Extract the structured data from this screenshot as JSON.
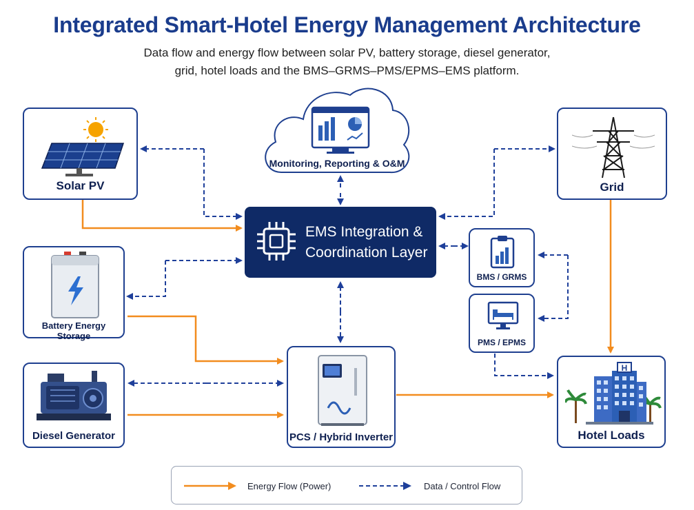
{
  "header": {
    "title": "Integrated Smart-Hotel Energy Management Architecture",
    "subtitle_line1": "Data flow and energy flow between solar PV, battery storage, diesel generator,",
    "subtitle_line2": "grid, hotel loads and the BMS–GRMS–PMS/EPMS–EMS platform."
  },
  "nodes": {
    "solar": "Solar PV",
    "battery": "Battery Energy Storage",
    "diesel": "Diesel Generator",
    "monitoring": "Monitoring, Reporting & O&M",
    "ems_line1": "EMS Integration &",
    "ems_line2": "Coordination Layer",
    "bms": "BMS / GRMS",
    "pms": "PMS / EPMS",
    "grid": "Grid",
    "pcs": "PCS / Hybrid Inverter",
    "hotel": "Hotel Loads"
  },
  "legend": {
    "energy": "Energy Flow (Power)",
    "data": "Data / Control Flow"
  },
  "colors": {
    "energy": "#f28c1e",
    "data": "#1e3f9a",
    "ems_bg": "#0f2a66",
    "node_border": "#1e3f8f"
  }
}
